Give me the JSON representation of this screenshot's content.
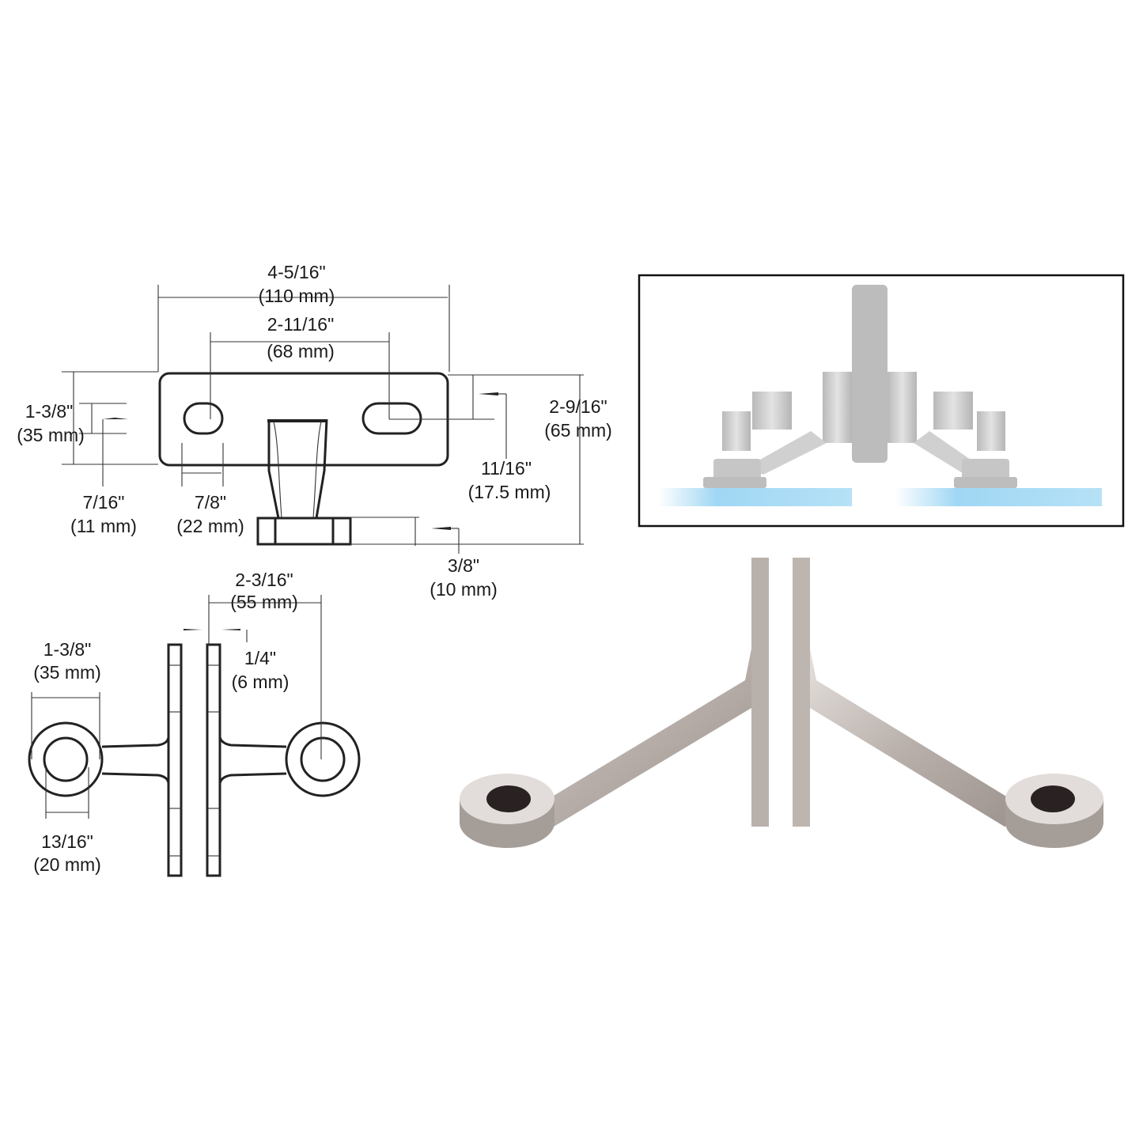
{
  "diagram": {
    "subject": "spider fitting technical drawing",
    "top_view": {
      "overall_width": {
        "imperial": "4-5/16\"",
        "metric": "(110 mm)"
      },
      "hole_spacing": {
        "imperial": "2-11/16\"",
        "metric": "(68 mm)"
      },
      "plate_height": {
        "imperial": "1-3/8\"",
        "metric": "(35 mm)"
      },
      "slot_height": {
        "imperial": "7/16\"",
        "metric": "(11 mm)"
      },
      "slot_width": {
        "imperial": "7/8\"",
        "metric": "(22 mm)"
      },
      "slot_offset": {
        "imperial": "11/16\"",
        "metric": "(17.5 mm)"
      },
      "overall_height": {
        "imperial": "2-9/16\"",
        "metric": "(65 mm)"
      },
      "base_thickness": {
        "imperial": "3/8\"",
        "metric": "(10 mm)"
      }
    },
    "side_view": {
      "arm_reach": {
        "imperial": "2-3/16\"",
        "metric": "(55 mm)"
      },
      "plate_thickness": {
        "imperial": "1/4\"",
        "metric": "(6 mm)"
      },
      "ring_outer": {
        "imperial": "1-3/8\"",
        "metric": "(35 mm)"
      },
      "ring_inner": {
        "imperial": "13/16\"",
        "metric": "(20 mm)"
      }
    },
    "inset": {
      "label": "installation illustration",
      "glass_color": "#8fd0f2",
      "metal_color": "#c9c9c9"
    },
    "photo": {
      "label": "product photo",
      "finish_color": "#bdb5b0"
    }
  }
}
